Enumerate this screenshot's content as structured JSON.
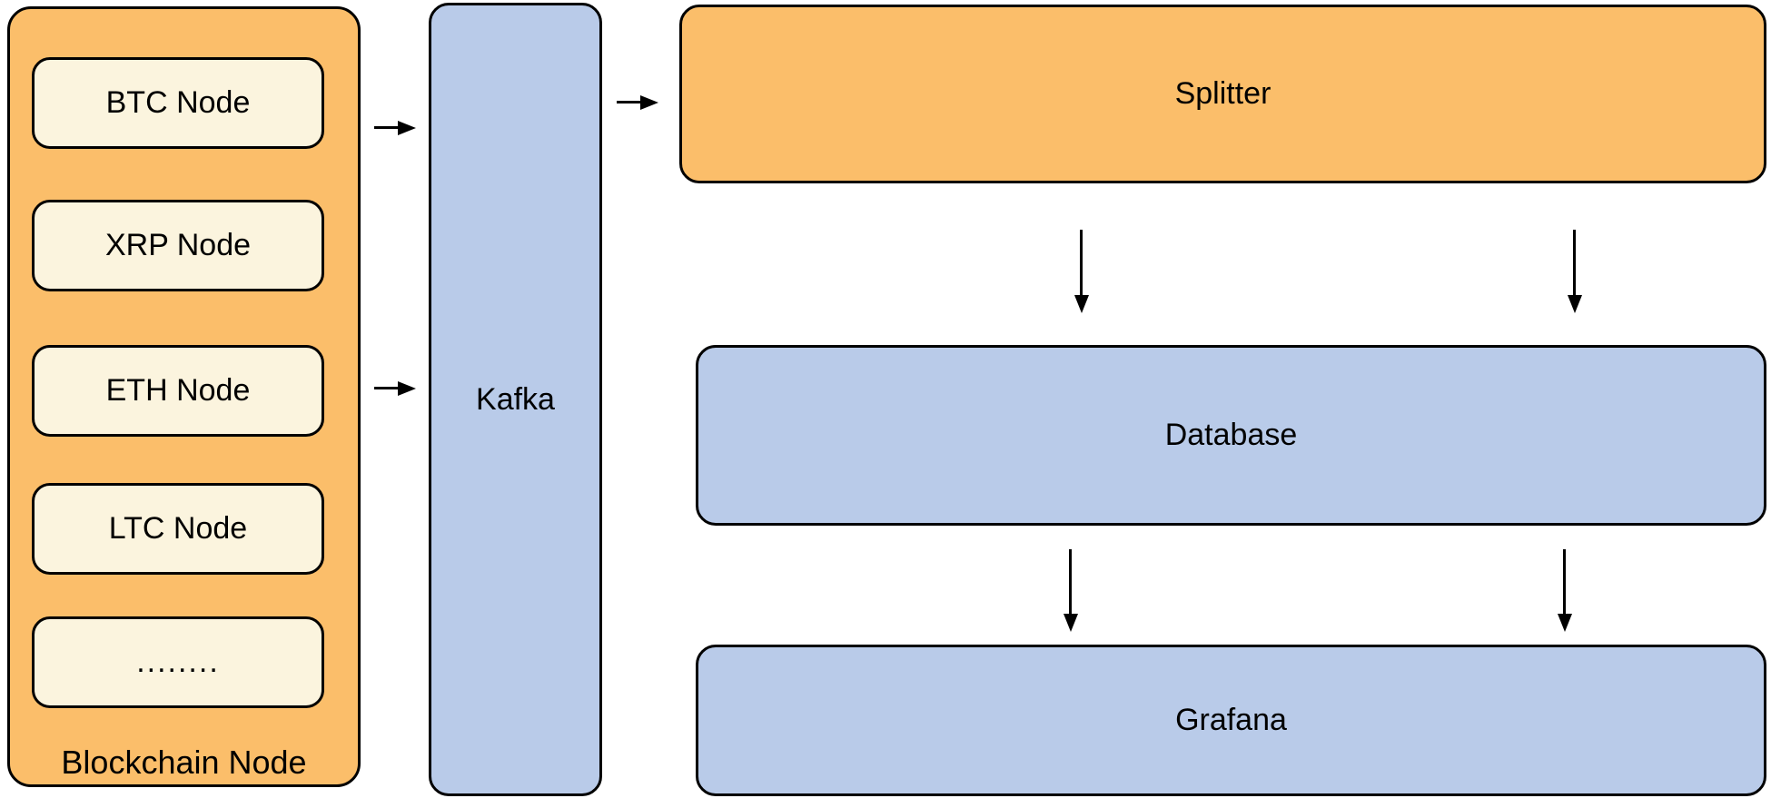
{
  "diagram": {
    "blockchain_group": {
      "label": "Blockchain Node",
      "nodes": [
        {
          "label": "BTC Node"
        },
        {
          "label": "XRP Node"
        },
        {
          "label": "ETH Node"
        },
        {
          "label": "LTC Node"
        },
        {
          "label": "........"
        }
      ]
    },
    "kafka": {
      "label": "Kafka"
    },
    "splitter": {
      "label": "Splitter"
    },
    "database": {
      "label": "Database"
    },
    "grafana": {
      "label": "Grafana"
    }
  },
  "colors": {
    "orange_fill": "#FBBE6A",
    "cream_fill": "#FBF4DE",
    "blue_fill": "#B9CBE9",
    "border": "#000000",
    "arrow": "#000000",
    "background": "#FFFFFF",
    "text": "#000000"
  }
}
